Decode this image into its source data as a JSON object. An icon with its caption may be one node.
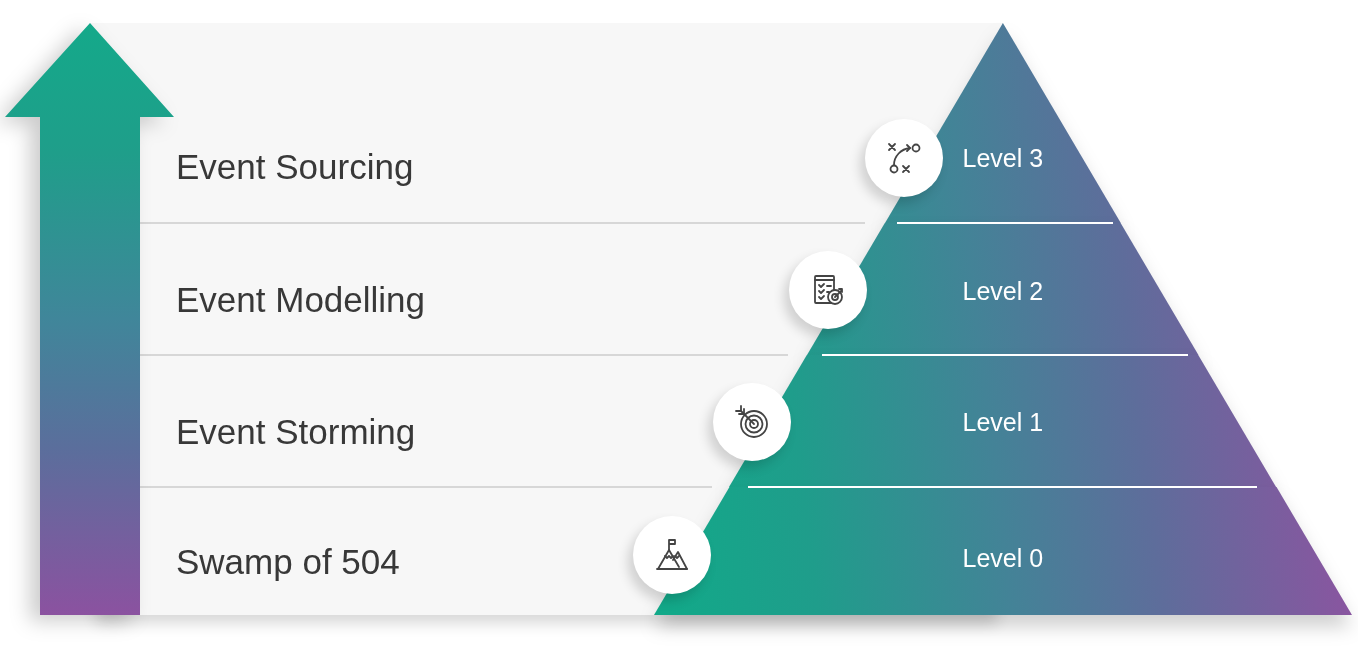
{
  "diagram": {
    "nodes": [
      {
        "text": [
          "Event Sourcing"
        ]
      },
      {
        "text": [
          "Level 3"
        ]
      },
      {
        "text": [
          "Event Modelling"
        ]
      },
      {
        "text": [
          "Level 2"
        ]
      },
      {
        "text": [
          "Event Storming"
        ]
      },
      {
        "text": [
          "Level 1"
        ]
      },
      {
        "text": [
          "Swamp of 504"
        ]
      },
      {
        "text": [
          "Level 0"
        ]
      }
    ]
  }
}
